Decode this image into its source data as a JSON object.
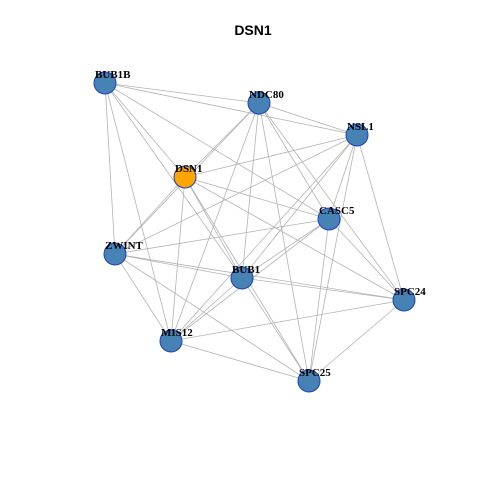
{
  "title": "DSN1",
  "colors": {
    "node_default": "#4682b4",
    "node_focus": "#ffa500",
    "node_border": "#1f3fbf",
    "edge": "#b3b3b3"
  },
  "focus_node": "DSN1",
  "nodes": [
    {
      "id": "BUB1B",
      "label": "BUB1B"
    },
    {
      "id": "NDC80",
      "label": "NDC80"
    },
    {
      "id": "NSL1",
      "label": "NSL1"
    },
    {
      "id": "DSN1",
      "label": "DSN1"
    },
    {
      "id": "CASC5",
      "label": "CASC5"
    },
    {
      "id": "ZWINT",
      "label": "ZWINT"
    },
    {
      "id": "BUB1",
      "label": "BUB1"
    },
    {
      "id": "SPC24",
      "label": "SPC24"
    },
    {
      "id": "MIS12",
      "label": "MIS12"
    },
    {
      "id": "SPC25",
      "label": "SPC25"
    }
  ],
  "edges": [
    [
      "BUB1B",
      "NDC80"
    ],
    [
      "BUB1B",
      "NSL1"
    ],
    [
      "BUB1B",
      "DSN1"
    ],
    [
      "BUB1B",
      "CASC5"
    ],
    [
      "BUB1B",
      "ZWINT"
    ],
    [
      "BUB1B",
      "BUB1"
    ],
    [
      "BUB1B",
      "MIS12"
    ],
    [
      "NDC80",
      "NSL1"
    ],
    [
      "NDC80",
      "DSN1"
    ],
    [
      "NDC80",
      "CASC5"
    ],
    [
      "NDC80",
      "ZWINT"
    ],
    [
      "NDC80",
      "BUB1"
    ],
    [
      "NDC80",
      "SPC24"
    ],
    [
      "NDC80",
      "MIS12"
    ],
    [
      "NDC80",
      "SPC25"
    ],
    [
      "NSL1",
      "DSN1"
    ],
    [
      "NSL1",
      "CASC5"
    ],
    [
      "NSL1",
      "ZWINT"
    ],
    [
      "NSL1",
      "BUB1"
    ],
    [
      "NSL1",
      "SPC24"
    ],
    [
      "NSL1",
      "MIS12"
    ],
    [
      "NSL1",
      "SPC25"
    ],
    [
      "DSN1",
      "CASC5"
    ],
    [
      "DSN1",
      "ZWINT"
    ],
    [
      "DSN1",
      "BUB1"
    ],
    [
      "DSN1",
      "SPC24"
    ],
    [
      "DSN1",
      "MIS12"
    ],
    [
      "DSN1",
      "SPC25"
    ],
    [
      "CASC5",
      "ZWINT"
    ],
    [
      "CASC5",
      "BUB1"
    ],
    [
      "CASC5",
      "SPC24"
    ],
    [
      "CASC5",
      "MIS12"
    ],
    [
      "CASC5",
      "SPC25"
    ],
    [
      "ZWINT",
      "BUB1"
    ],
    [
      "ZWINT",
      "SPC24"
    ],
    [
      "ZWINT",
      "MIS12"
    ],
    [
      "ZWINT",
      "SPC25"
    ],
    [
      "BUB1",
      "SPC24"
    ],
    [
      "BUB1",
      "MIS12"
    ],
    [
      "BUB1",
      "SPC25"
    ],
    [
      "SPC24",
      "MIS12"
    ],
    [
      "SPC24",
      "SPC25"
    ],
    [
      "MIS12",
      "SPC25"
    ]
  ]
}
